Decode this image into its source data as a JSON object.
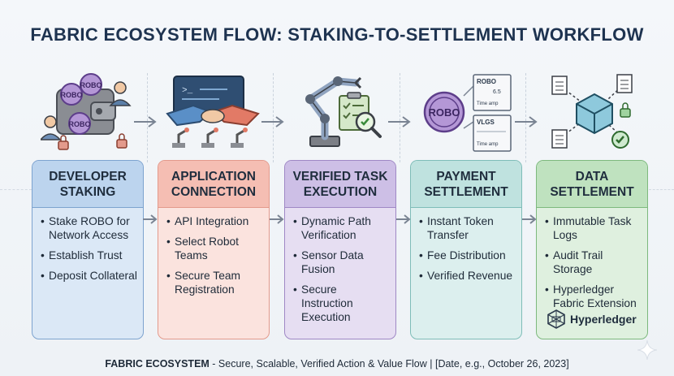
{
  "title": "FABRIC ECOSYSTEM FLOW: STAKING-TO-SETTLEMENT WORKFLOW",
  "illustrations": {
    "staking_coin_1": "ROBO",
    "staking_coin_2": "ROBO",
    "staking_coin_3": "ROBO",
    "payment_coin": "ROBO",
    "receipt_1_title": "ROBO",
    "receipt_1_value": "6.5",
    "receipt_1_time": "Time amp",
    "receipt_2_title": "VLGS",
    "receipt_2_time": "Time amp",
    "terminal_prompt": ">_"
  },
  "columns": [
    {
      "heading": "DEVELOPER STAKING",
      "items": [
        "Stake ROBO for Network Access",
        "Establish Trust",
        "Deposit Collateral"
      ]
    },
    {
      "heading": "APPLICATION CONNECTION",
      "items": [
        "API Integration",
        "Select Robot Teams",
        "Secure Team Registration"
      ]
    },
    {
      "heading": "VERIFIED TASK EXECUTION",
      "items": [
        "Dynamic Path Verification",
        "Sensor Data Fusion",
        "Secure Instruction Execution"
      ]
    },
    {
      "heading": "PAYMENT SETTLEMENT",
      "items": [
        "Instant Token Transfer",
        "Fee Distribution",
        "Verified Revenue"
      ]
    },
    {
      "heading": "DATA SETTLEMENT",
      "items": [
        "Immutable Task Logs",
        "Audit Trail Storage",
        "Hyperledger Fabric Extension"
      ]
    }
  ],
  "hyperledger_logo_text": "Hyperledger",
  "footer": {
    "brand": "FABRIC ECOSYSTEM",
    "tagline": " - Secure, Scalable, Verified Action & Value Flow | [Date, e.g., October 26, 2023]"
  },
  "colors": {
    "staking": "#bcd4ee",
    "connection": "#f5beb3",
    "execution": "#cdbfe6",
    "payment": "#bfe2df",
    "data": "#bfe2bf",
    "title": "#1e3350"
  }
}
